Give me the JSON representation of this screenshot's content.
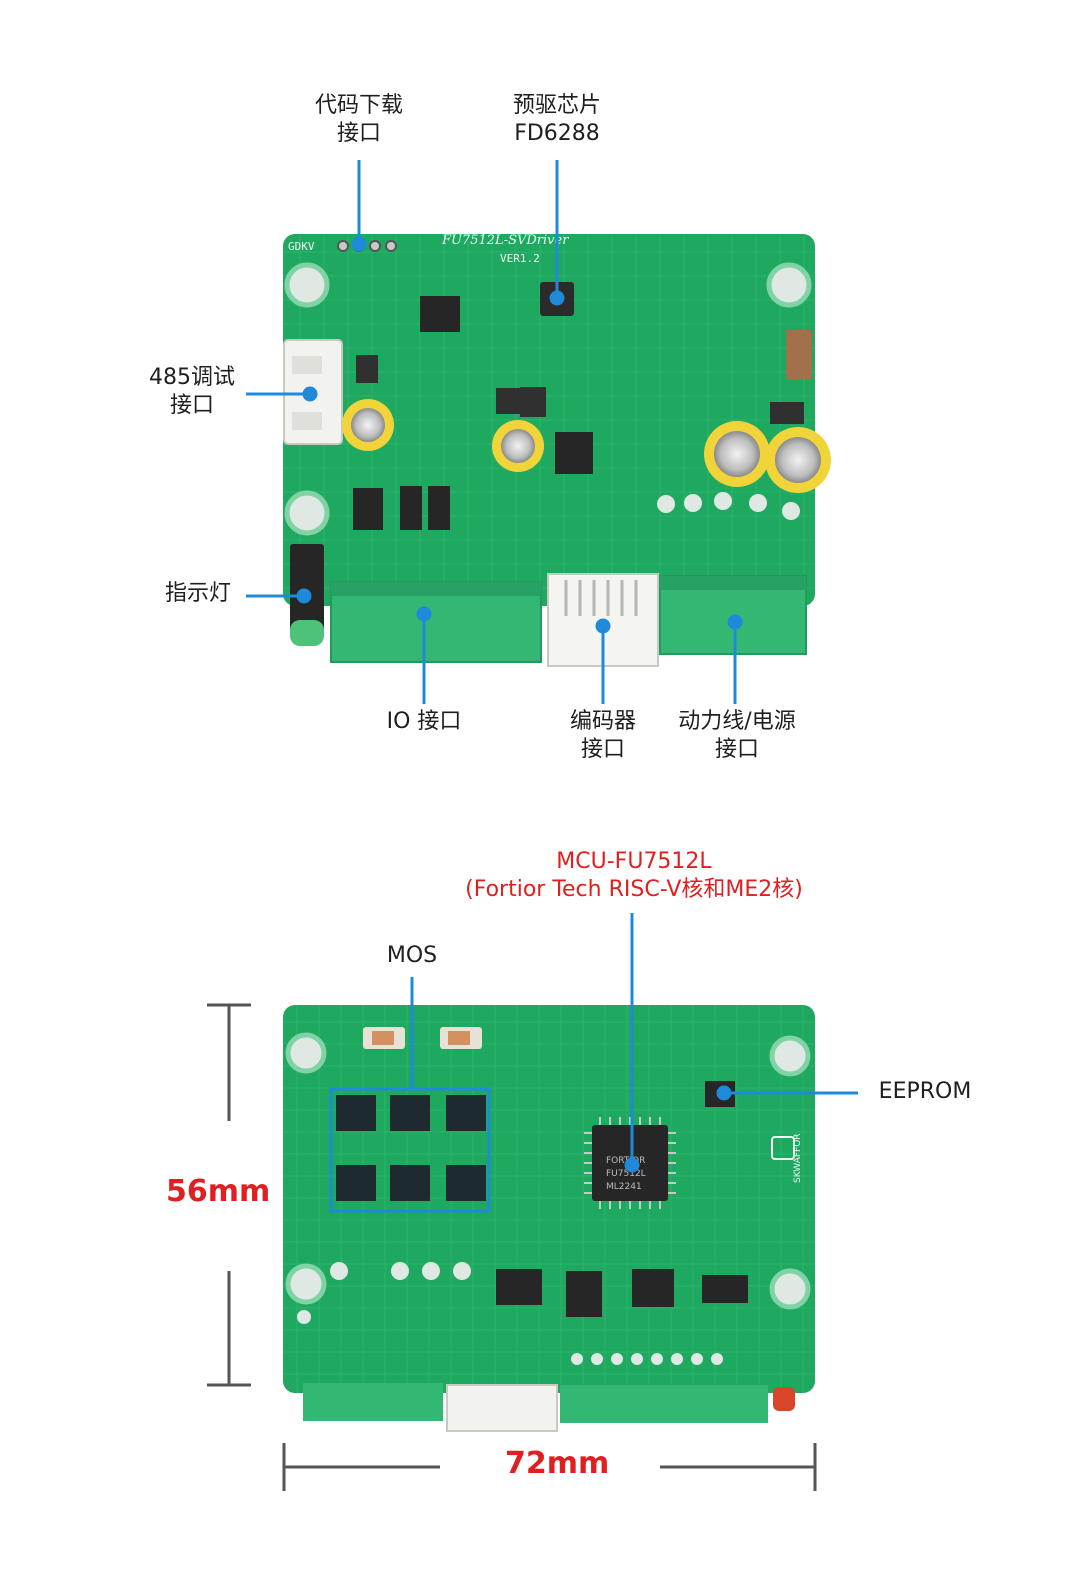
{
  "top_board": {
    "silk_title": "FU7512L-SVDriver",
    "silk_ver": "VER1.2",
    "silk_gdkv": "GDKV",
    "labels": {
      "code_download": [
        "代码下载",
        "接口"
      ],
      "predriver": [
        "预驱芯片",
        "FD6288"
      ],
      "debug485": [
        "485调试",
        "接口"
      ],
      "indicator": [
        "指示灯"
      ],
      "io": [
        "IO 接口"
      ],
      "encoder": [
        "编码器",
        "接口"
      ],
      "power": [
        "动力线/电源",
        "接口"
      ]
    }
  },
  "bottom_board": {
    "mcu_chip_text": [
      "FORTIOR",
      "FU7512L",
      "ML2241"
    ],
    "silk_sk": "SKWAFFOR",
    "labels": {
      "mcu": [
        "MCU-FU7512L",
        "(Fortior Tech RISC-V核和ME2核)"
      ],
      "mos": [
        "MOS"
      ],
      "eeprom": [
        "EEPROM"
      ]
    },
    "dimensions": {
      "height": "56mm",
      "width": "72mm"
    }
  },
  "colors": {
    "pcb": "#1fa860",
    "pcb_dark": "#138a4b",
    "connector": "#33b874",
    "callout": "#1f8ad9",
    "mcu_accent": "#e02020",
    "dim_line": "#555555"
  }
}
